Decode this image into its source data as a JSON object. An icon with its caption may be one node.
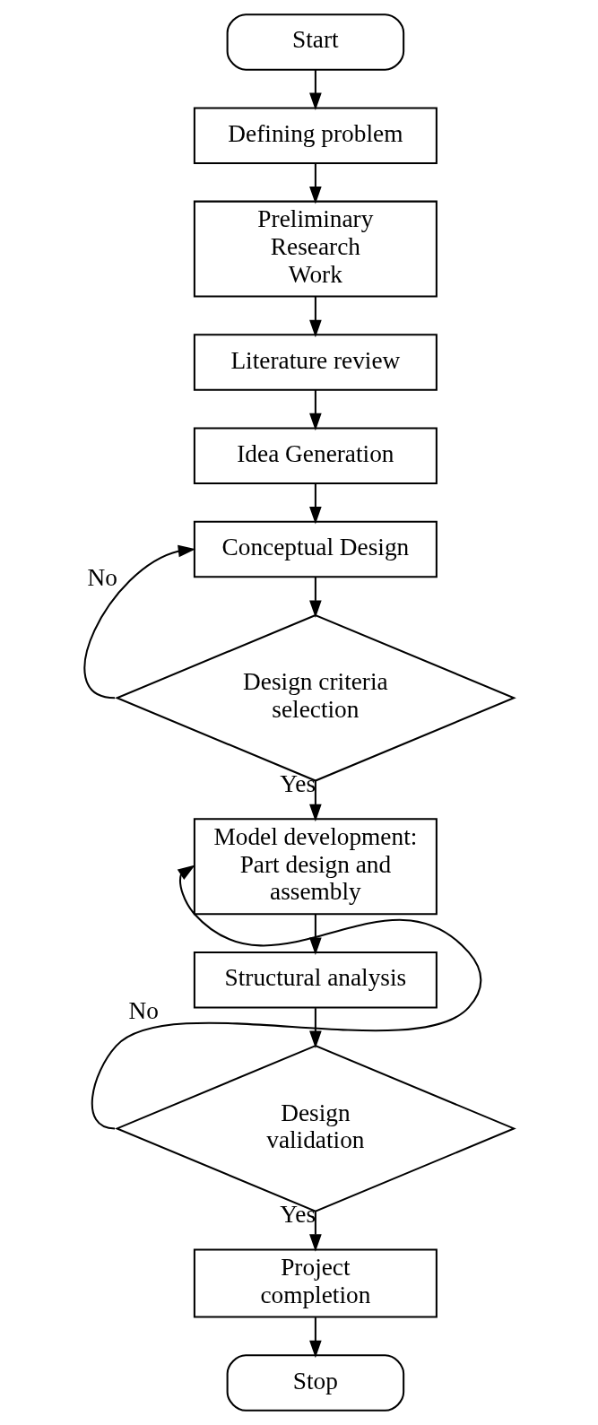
{
  "diagram": {
    "nodes": [
      {
        "text": [
          "Start"
        ]
      },
      {
        "text": [
          "Defining problem"
        ]
      },
      {
        "text": [
          "Preliminary Research Work"
        ]
      },
      {
        "text": [
          "Literature review"
        ]
      },
      {
        "text": [
          "Idea Generation"
        ]
      },
      {
        "text": [
          "Conceptual Design"
        ]
      },
      {
        "text": [
          "Design criteria selection"
        ]
      },
      {
        "text": [
          "Model development: Part design and assembly"
        ]
      },
      {
        "text": [
          "Structural analysis"
        ]
      },
      {
        "text": [
          "Design validation"
        ]
      },
      {
        "text": [
          "Project completion"
        ]
      },
      {
        "text": [
          "Stop"
        ]
      }
    ],
    "edges": [
      {
        "from": 0,
        "to": 1,
        "arrow": "to"
      },
      {
        "from": 1,
        "to": 2,
        "arrow": "to"
      },
      {
        "from": 2,
        "to": 3,
        "arrow": "to"
      },
      {
        "from": 3,
        "to": 4,
        "arrow": "to"
      },
      {
        "from": 4,
        "to": 5,
        "arrow": "to"
      },
      {
        "from": 5,
        "to": 6,
        "arrow": "to"
      },
      {
        "from": 6,
        "to": 5,
        "arrow": "to",
        "label": "No"
      },
      {
        "from": 6,
        "to": 7,
        "arrow": "to",
        "label": "Yes"
      },
      {
        "from": 7,
        "to": 8,
        "arrow": "to"
      },
      {
        "from": 8,
        "to": 9,
        "arrow": "to"
      },
      {
        "from": 9,
        "to": 7,
        "arrow": "to",
        "label": "No"
      },
      {
        "from": 9,
        "to": 10,
        "arrow": "to",
        "label": "Yes"
      },
      {
        "from": 10,
        "to": 11,
        "arrow": "to"
      }
    ]
  }
}
